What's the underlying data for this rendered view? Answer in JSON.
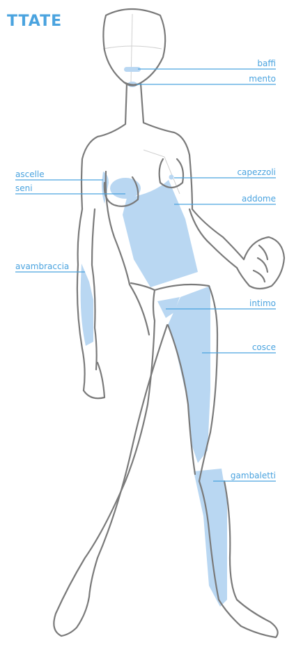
{
  "title": "TTATE",
  "colors": {
    "accent": "#4aa3df",
    "highlight": "#b9d7f2",
    "outline": "#7a7a7a",
    "sketch": "#c9c9c9"
  },
  "labels": {
    "baffi": "baffi",
    "mento": "mento",
    "ascelle": "ascelle",
    "seni": "seni",
    "capezzoli": "capezzoli",
    "addome": "addome",
    "avambraccia": "avambraccia",
    "intimo": "intimo",
    "cosce": "cosce",
    "gambaletti": "gambaletti"
  }
}
